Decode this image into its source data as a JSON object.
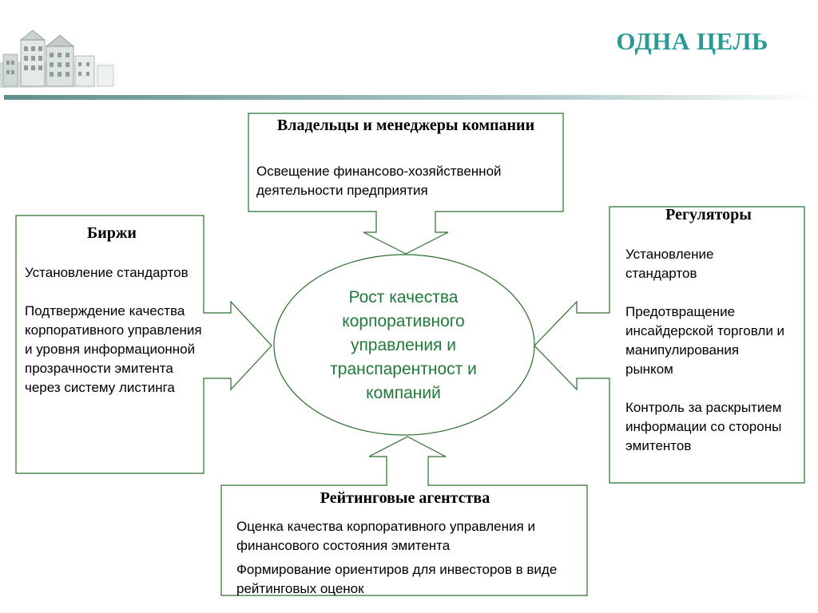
{
  "header": {
    "title": "ОДНА ЦЕЛЬ"
  },
  "colors": {
    "accent": "#2b9a97",
    "line": "#2a6e2a",
    "ellipse_text": "#1f7a3a"
  },
  "center": {
    "text": "Рост качества корпоративного управления и транспарентност и компаний"
  },
  "owners": {
    "title": "Владельцы и менеджеры компании",
    "items": [
      "Освещение финансово-хозяйственной деятельности предприятия"
    ]
  },
  "exchanges": {
    "title": "Биржи",
    "items": [
      "Установление стандартов",
      "Подтверждение качества корпоративного управления и уровня информационной прозрачности эмитента через систему листинга"
    ]
  },
  "regulators": {
    "title": "Регуляторы",
    "items": [
      "Установление стандартов",
      "Предотвращение инсайдерской торговли и манипулирования рынком",
      "Контроль за раскрытием информации со стороны эмитентов"
    ]
  },
  "rating": {
    "title": "Рейтинговые агентства",
    "items": [
      "Оценка качества корпоративного управления и финансового состояния эмитента",
      "Формирование ориентиров для инвесторов в виде рейтинговых оценок"
    ]
  }
}
